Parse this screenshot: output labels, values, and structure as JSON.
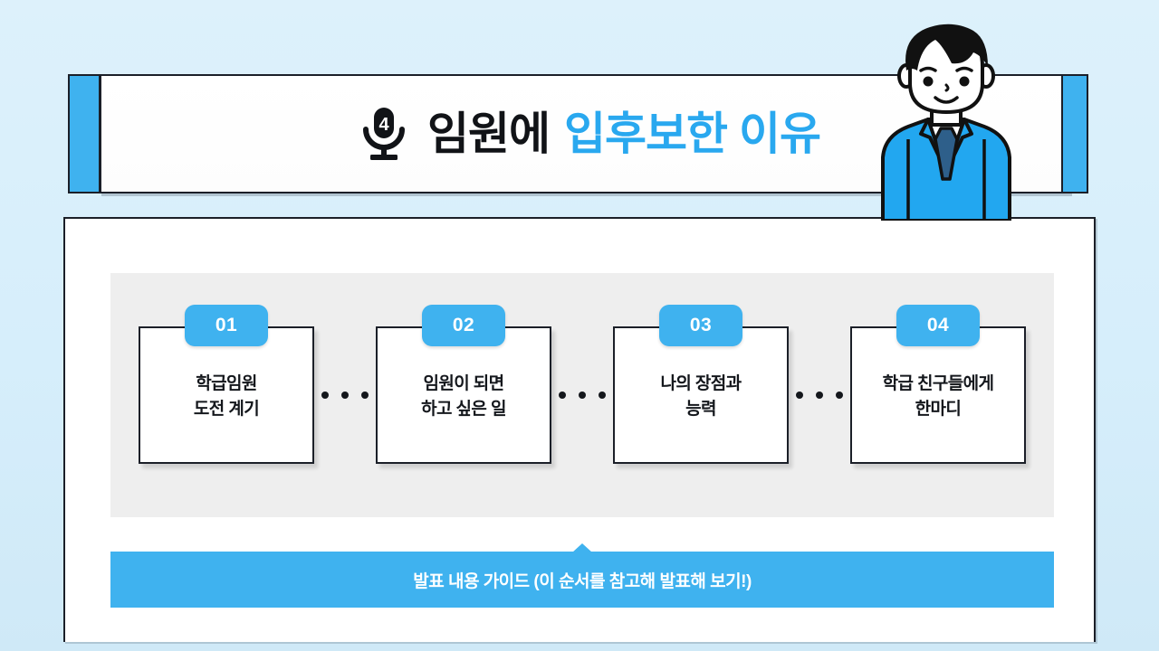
{
  "slide": {
    "background_color": "#daf0fb",
    "accent_color": "#3fb2ef",
    "ink_color": "#1b1f28"
  },
  "title": {
    "badge_number": "4",
    "icon": "microphone-icon",
    "text_dark": "임원에",
    "text_blue": "입후보한 이유"
  },
  "character": {
    "alt": "cartoon boy in blue suit",
    "suit_color": "#22a7f0",
    "tie_color": "#2e5f8a",
    "hair_color": "#111111",
    "skin_color": "#ffffff"
  },
  "steps": [
    {
      "number": "01",
      "label": "학급임원\n도전 계기"
    },
    {
      "number": "02",
      "label": "임원이 되면\n하고 싶은 일"
    },
    {
      "number": "03",
      "label": "나의 장점과\n능력"
    },
    {
      "number": "04",
      "label": "학급 친구들에게\n한마디"
    }
  ],
  "banner": {
    "text": "발표 내용 가이드 (이 순서를 참고해 발표해 보기!)"
  }
}
